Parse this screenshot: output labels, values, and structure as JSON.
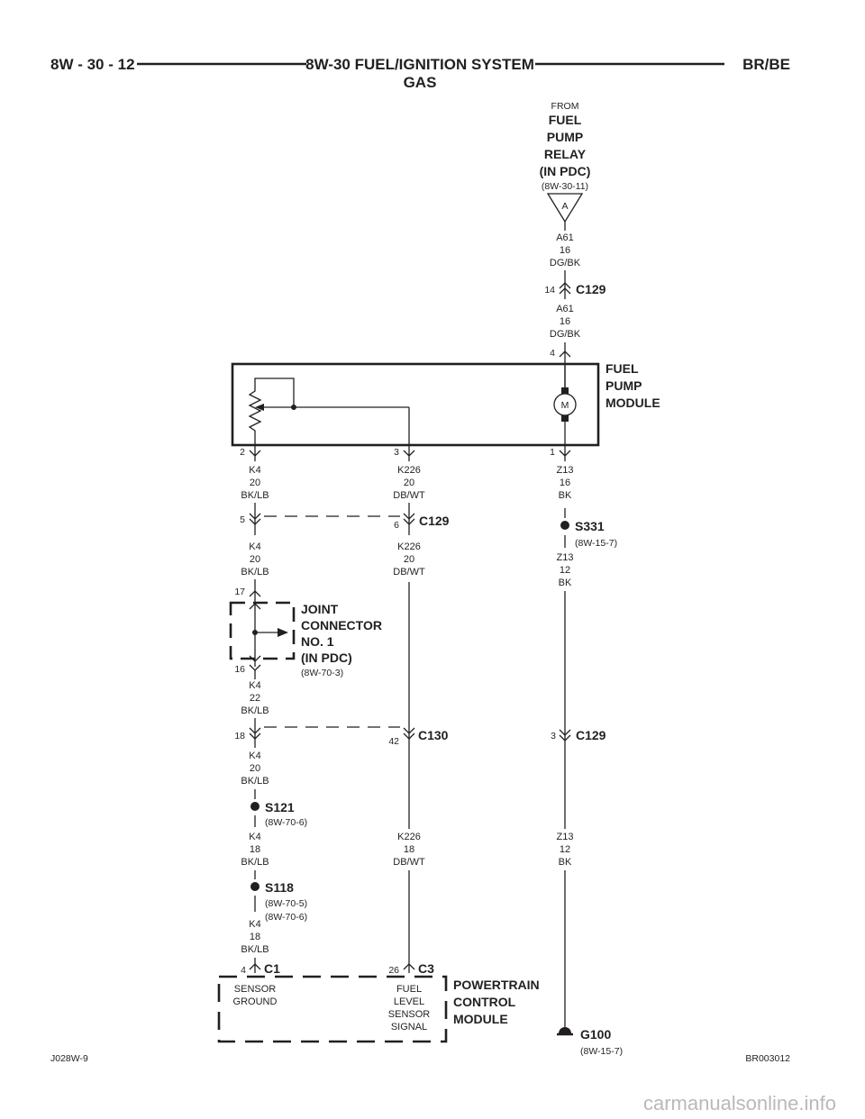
{
  "header": {
    "page_code": "8W - 30 - 12",
    "title_line1": "8W-30 FUEL/IGNITION SYSTEM",
    "title_line2": "GAS",
    "model": "BR/BE"
  },
  "source": {
    "from": "FROM",
    "line1": "FUEL",
    "line2": "PUMP",
    "line3": "RELAY",
    "line4": "(IN PDC)",
    "ref": "(8W-30-11)",
    "flag": "A"
  },
  "wires": {
    "a61_top": {
      "circuit": "A61",
      "gauge": "16",
      "color": "DG/BK"
    },
    "a61_mid": {
      "circuit": "A61",
      "gauge": "16",
      "color": "DG/BK"
    },
    "k4_1": {
      "circuit": "K4",
      "gauge": "20",
      "color": "BK/LB"
    },
    "k226_1": {
      "circuit": "K226",
      "gauge": "20",
      "color": "DB/WT"
    },
    "z13_1": {
      "circuit": "Z13",
      "gauge": "16",
      "color": "BK"
    },
    "k4_2": {
      "circuit": "K4",
      "gauge": "20",
      "color": "BK/LB"
    },
    "k226_2": {
      "circuit": "K226",
      "gauge": "20",
      "color": "DB/WT"
    },
    "z13_2": {
      "circuit": "Z13",
      "gauge": "12",
      "color": "BK"
    },
    "k4_3": {
      "circuit": "K4",
      "gauge": "22",
      "color": "BK/LB"
    },
    "k4_4": {
      "circuit": "K4",
      "gauge": "20",
      "color": "BK/LB"
    },
    "k4_5": {
      "circuit": "K4",
      "gauge": "18",
      "color": "BK/LB"
    },
    "k226_3": {
      "circuit": "K226",
      "gauge": "18",
      "color": "DB/WT"
    },
    "z13_3": {
      "circuit": "Z13",
      "gauge": "12",
      "color": "BK"
    },
    "k4_6": {
      "circuit": "K4",
      "gauge": "18",
      "color": "BK/LB"
    }
  },
  "connectors": {
    "c129_a": {
      "name": "C129",
      "pin": "14"
    },
    "fpm_in": {
      "pin": "4"
    },
    "fpm_out1": {
      "pin": "2"
    },
    "fpm_out2": {
      "pin": "3"
    },
    "fpm_out3": {
      "pin": "1"
    },
    "c129_b": {
      "name": "C129",
      "pin_left": "5",
      "pin_right": "6"
    },
    "jc_in": {
      "pin": "17"
    },
    "jc_out": {
      "pin": "16"
    },
    "c130": {
      "name": "C130",
      "pin_left": "18",
      "pin_right": "42"
    },
    "c129_c": {
      "name": "C129",
      "pin": "3"
    },
    "c1": {
      "name": "C1",
      "pin": "4"
    },
    "c3": {
      "name": "C3",
      "pin": "26"
    }
  },
  "components": {
    "fuel_pump_module": {
      "line1": "FUEL",
      "line2": "PUMP",
      "line3": "MODULE",
      "motor": "M"
    },
    "joint_connector": {
      "line1": "JOINT",
      "line2": "CONNECTOR",
      "line3": "NO. 1",
      "line4": "(IN PDC)",
      "ref": "(8W-70-3)"
    },
    "pcm": {
      "line1": "POWERTRAIN",
      "line2": "CONTROL",
      "line3": "MODULE",
      "sensor_ground_1": "SENSOR",
      "sensor_ground_2": "GROUND",
      "fuel_level_1": "FUEL",
      "fuel_level_2": "LEVEL",
      "fuel_level_3": "SENSOR",
      "fuel_level_4": "SIGNAL"
    }
  },
  "splices": {
    "s331": {
      "name": "S331",
      "ref": "(8W-15-7)"
    },
    "s121": {
      "name": "S121",
      "ref": "(8W-70-6)"
    },
    "s118": {
      "name": "S118",
      "ref1": "(8W-70-5)",
      "ref2": "(8W-70-6)"
    }
  },
  "ground": {
    "name": "G100",
    "ref": "(8W-15-7)"
  },
  "footer": {
    "left": "J028W-9",
    "right": "BR003012"
  },
  "watermark": "carmanualsonline.info",
  "colors": {
    "ink": "#231f20",
    "watermark": "#b9b9b9"
  }
}
